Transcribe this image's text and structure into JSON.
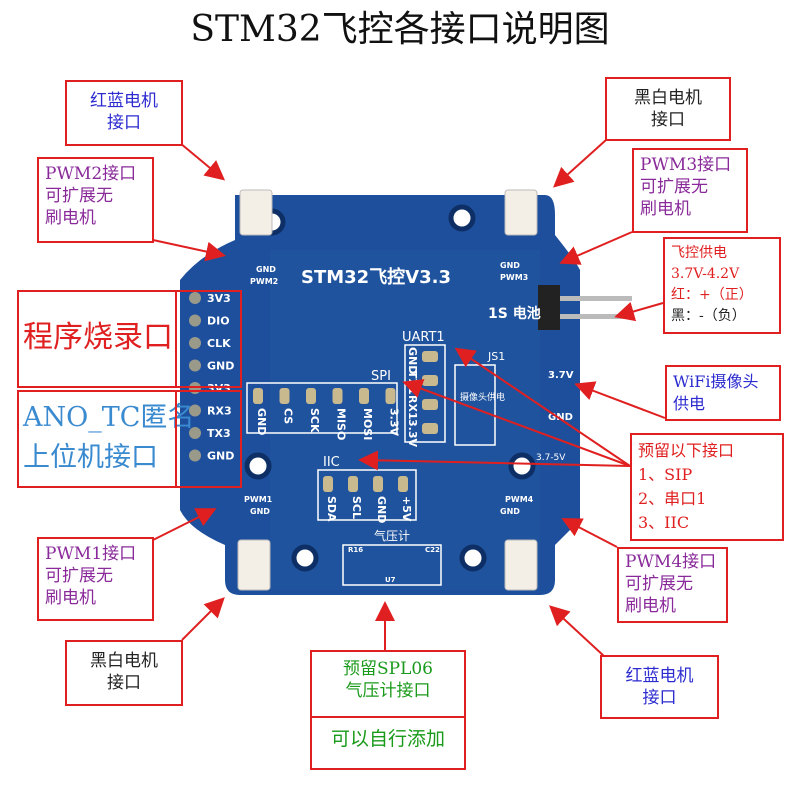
{
  "title": "STM32飞控各接口说明图",
  "board": {
    "name": "STM32飞控V3.3",
    "uart_label": "UART1",
    "spi_label": "SPI",
    "iic_label": "IIC",
    "baro_label": "气压计",
    "js_label": "JS1",
    "battery_label": "1S 电池",
    "camera_label": "摄像头供电",
    "left_pins": [
      "3V3",
      "DIO",
      "CLK",
      "GND",
      "3V3",
      "RX3",
      "TX3",
      "GND"
    ],
    "spi_pins": [
      "GND",
      "CS",
      "SCK",
      "MISO",
      "MOSI",
      "3.3V"
    ],
    "uart_pins": [
      "GND",
      "TX1",
      "RX1",
      "3.3V"
    ],
    "iic_pins": [
      "SDA",
      "SCL",
      "GND",
      "+5V"
    ],
    "pwm_pads": [
      "GND",
      "PWM2",
      "GND",
      "PWM3",
      "PWM1",
      "GND",
      "PWM4",
      "GND"
    ],
    "parts": [
      "R16",
      "C22",
      "U7"
    ],
    "cam_pins": [
      "3.7V",
      "GND"
    ],
    "volt_label": "3.7-5V"
  },
  "labels": {
    "top_left_motor": [
      "红蓝电机",
      "接口"
    ],
    "pwm2": [
      "PWM2接口",
      "可扩展无",
      "刷电机"
    ],
    "programming": "程序烧录口",
    "ano": [
      "ANO_TC匿名",
      "上位机接口"
    ],
    "top_right_motor": [
      "黑白电机",
      "接口"
    ],
    "pwm3": [
      "PWM3接口",
      "可扩展无",
      "刷电机"
    ],
    "power": [
      "飞控供电",
      "3.7V-4.2V",
      "红：+（正）",
      "黑：-（负）"
    ],
    "wifi": [
      "WiFi摄像头",
      "供电"
    ],
    "reserved": [
      "预留以下接口",
      "1、SIP",
      "2、串口1",
      "3、IIC"
    ],
    "pwm1": [
      "PWM1接口",
      "可扩展无",
      "刷电机"
    ],
    "pwm4": [
      "PWM4接口",
      "可扩展无",
      "刷电机"
    ],
    "bottom_left_motor": [
      "黑白电机",
      "接口"
    ],
    "bottom_right_motor": [
      "红蓝电机",
      "接口"
    ],
    "spl06": [
      "预留SPL06",
      "气压计接口"
    ],
    "spl06_note": "可以自行添加"
  },
  "colors": {
    "board": "#1d4f9c",
    "arrow": "#e02020",
    "blue_text": "#2b2bd0",
    "purple_text": "#8a2a9a",
    "red_text": "#e02020",
    "light_blue_text": "#3a8ad0",
    "green_text": "#1a9a1a"
  }
}
